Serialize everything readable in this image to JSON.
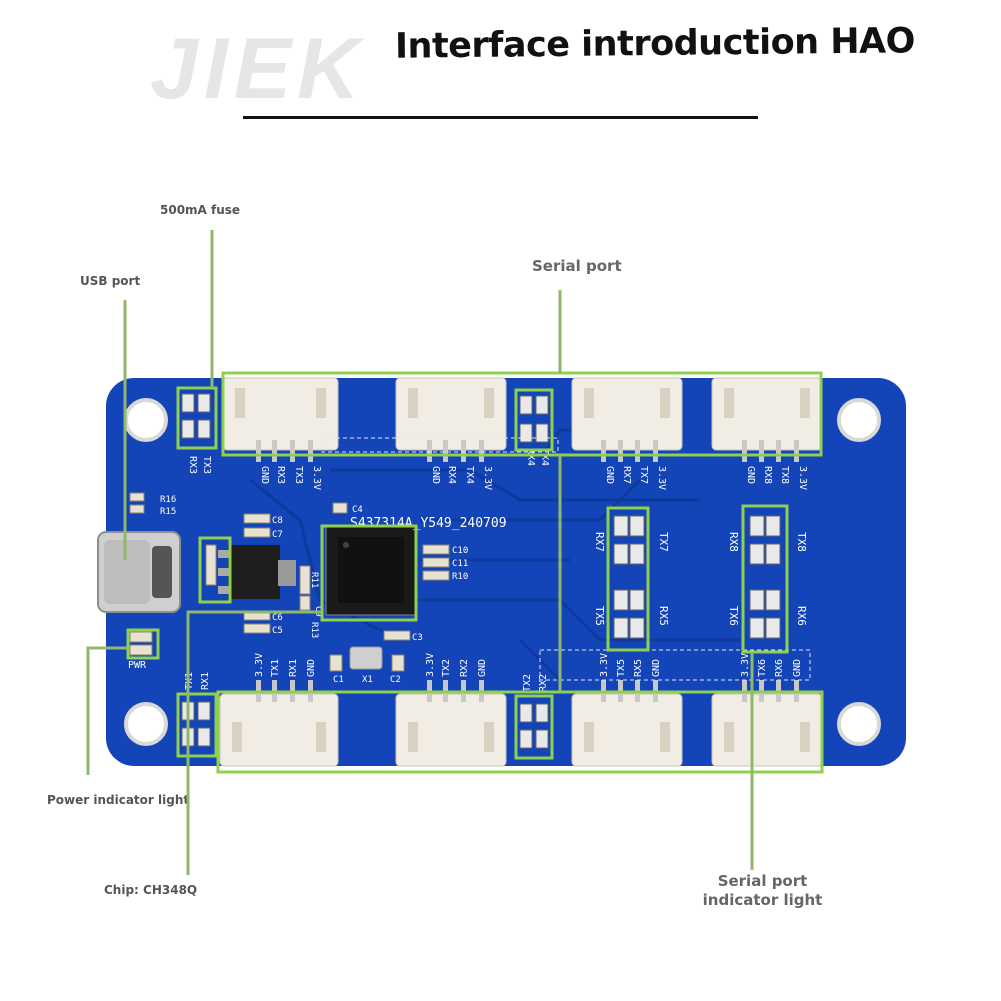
{
  "watermark": "JIEK",
  "title": "Interface introduction HAO",
  "callouts": {
    "fuse": "500mA fuse",
    "usb": "USB port",
    "serial_port": "Serial port",
    "power_light": "Power indicator light",
    "chip": "Chip: CH348Q",
    "serial_light_line1": "Serial port",
    "serial_light_line2": "indicator light"
  },
  "silkscreen": {
    "board_id": "S437314A_Y549_240709",
    "pwr": "PWR",
    "top_connectors": [
      [
        "GND",
        "RX3",
        "TX3",
        "3.3V"
      ],
      [
        "GND",
        "RX4",
        "TX4",
        "3.3V"
      ],
      [
        "GND",
        "RX7",
        "TX7",
        "3.3V"
      ],
      [
        "GND",
        "RX8",
        "TX8",
        "3.3V"
      ]
    ],
    "bottom_connectors": [
      [
        "3.3V",
        "TX1",
        "RX1",
        "GND"
      ],
      [
        "3.3V",
        "TX2",
        "RX2",
        "GND"
      ],
      [
        "3.3V",
        "TX5",
        "RX5",
        "GND"
      ],
      [
        "3.3V",
        "TX6",
        "RX6",
        "GND"
      ]
    ],
    "led_labels_left": [
      "RX3",
      "TX3"
    ],
    "led_labels_mid": [
      "RX4",
      "TX4"
    ],
    "led_labels_bl": [
      "TX1",
      "RX1"
    ],
    "led_labels_bm": [
      "TX2",
      "RX2"
    ],
    "group1": [
      "RX7",
      "TX7",
      "TX5",
      "RX5"
    ],
    "group2": [
      "RX8",
      "TX8",
      "TX6",
      "RX6"
    ],
    "components": [
      "R16",
      "R15",
      "C8",
      "C7",
      "C4",
      "C10",
      "C11",
      "R10",
      "C6",
      "C5",
      "R13",
      "R11",
      "C9",
      "C3",
      "C1",
      "X1",
      "C2"
    ]
  },
  "colors": {
    "board": "#1344b8",
    "board_dark": "#0c2f86",
    "highlight": "#8fd14f",
    "connector": "#f1ede4"
  }
}
